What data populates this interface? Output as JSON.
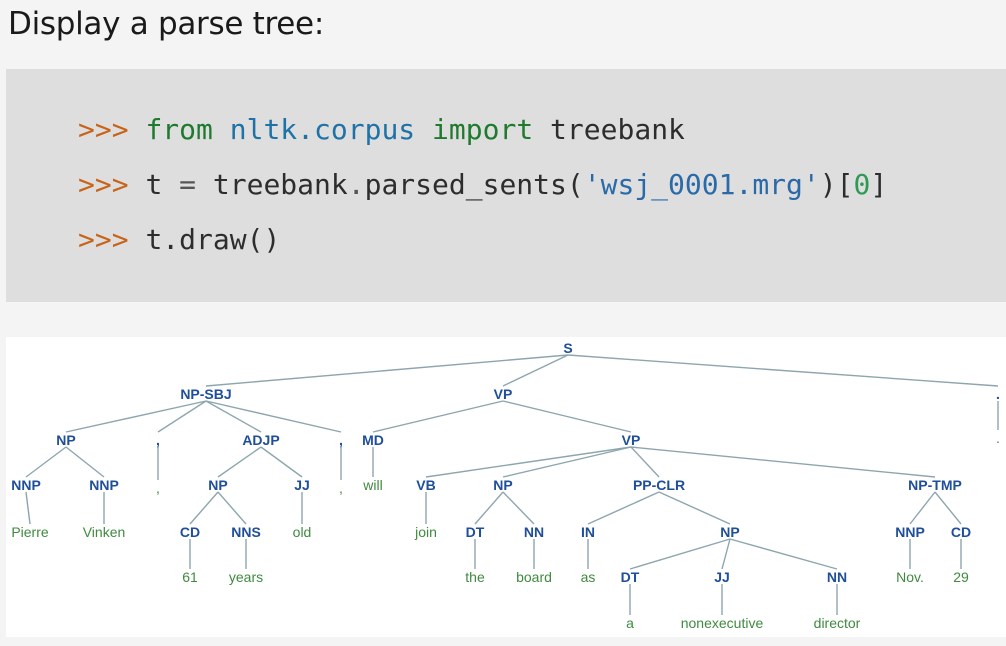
{
  "heading": "Display a parse tree:",
  "code": {
    "prompt": ">>>",
    "line1": {
      "kw1": "from",
      "module": "nltk.corpus",
      "kw2": "import",
      "name": "treebank"
    },
    "line2": {
      "var": "t",
      "op": "=",
      "obj": "treebank",
      "dot": ".",
      "method": "parsed_sents",
      "lparen": "(",
      "arg": "'wsj_0001.mrg'",
      "rparen": ")",
      "lbr": "[",
      "index": "0",
      "rbr": "]"
    },
    "line3": {
      "call": "t.draw()"
    }
  },
  "tree": {
    "nodes": [
      {
        "id": "S",
        "label": "S",
        "type": "node"
      },
      {
        "id": "NP-SBJ",
        "label": "NP-SBJ",
        "type": "node",
        "parent": "S"
      },
      {
        "id": "VP1",
        "label": "VP",
        "type": "node",
        "parent": "S"
      },
      {
        "id": "PERIOD",
        "label": ".",
        "type": "node",
        "parent": "S"
      },
      {
        "id": "NP1",
        "label": "NP",
        "type": "node",
        "parent": "NP-SBJ"
      },
      {
        "id": "COMMA1",
        "label": ",",
        "type": "node",
        "parent": "NP-SBJ"
      },
      {
        "id": "ADJP",
        "label": "ADJP",
        "type": "node",
        "parent": "NP-SBJ"
      },
      {
        "id": "COMMA2",
        "label": ",",
        "type": "node",
        "parent": "NP-SBJ"
      },
      {
        "id": "MD",
        "label": "MD",
        "type": "node",
        "parent": "VP1"
      },
      {
        "id": "VP2",
        "label": "VP",
        "type": "node",
        "parent": "VP1"
      },
      {
        "id": "NNP1",
        "label": "NNP",
        "type": "node",
        "parent": "NP1"
      },
      {
        "id": "NNP2",
        "label": "NNP",
        "type": "node",
        "parent": "NP1"
      },
      {
        "id": "NP2",
        "label": "NP",
        "type": "node",
        "parent": "ADJP"
      },
      {
        "id": "JJ1",
        "label": "JJ",
        "type": "node",
        "parent": "ADJP"
      },
      {
        "id": "VB",
        "label": "VB",
        "type": "node",
        "parent": "VP2"
      },
      {
        "id": "NP3",
        "label": "NP",
        "type": "node",
        "parent": "VP2"
      },
      {
        "id": "PP-CLR",
        "label": "PP-CLR",
        "type": "node",
        "parent": "VP2"
      },
      {
        "id": "NP-TMP",
        "label": "NP-TMP",
        "type": "node",
        "parent": "VP2"
      },
      {
        "id": "CD1",
        "label": "CD",
        "type": "node",
        "parent": "NP2"
      },
      {
        "id": "NNS",
        "label": "NNS",
        "type": "node",
        "parent": "NP2"
      },
      {
        "id": "DT1",
        "label": "DT",
        "type": "node",
        "parent": "NP3"
      },
      {
        "id": "NN1",
        "label": "NN",
        "type": "node",
        "parent": "NP3"
      },
      {
        "id": "IN",
        "label": "IN",
        "type": "node",
        "parent": "PP-CLR"
      },
      {
        "id": "NP4",
        "label": "NP",
        "type": "node",
        "parent": "PP-CLR"
      },
      {
        "id": "NNP3",
        "label": "NNP",
        "type": "node",
        "parent": "NP-TMP"
      },
      {
        "id": "CD2",
        "label": "CD",
        "type": "node",
        "parent": "NP-TMP"
      },
      {
        "id": "DT2",
        "label": "DT",
        "type": "node",
        "parent": "NP4"
      },
      {
        "id": "JJ2",
        "label": "JJ",
        "type": "node",
        "parent": "NP4"
      },
      {
        "id": "NN2",
        "label": "NN",
        "type": "node",
        "parent": "NP4"
      },
      {
        "id": "w-pierre",
        "label": "Pierre",
        "type": "leaf",
        "parent": "NNP1"
      },
      {
        "id": "w-vinken",
        "label": "Vinken",
        "type": "leaf",
        "parent": "NNP2"
      },
      {
        "id": "w-comma1",
        "label": ",",
        "type": "leaf",
        "parent": "COMMA1"
      },
      {
        "id": "w-61",
        "label": "61",
        "type": "leaf",
        "parent": "CD1"
      },
      {
        "id": "w-years",
        "label": "years",
        "type": "leaf",
        "parent": "NNS"
      },
      {
        "id": "w-old",
        "label": "old",
        "type": "leaf",
        "parent": "JJ1"
      },
      {
        "id": "w-comma2",
        "label": ",",
        "type": "leaf",
        "parent": "COMMA2"
      },
      {
        "id": "w-will",
        "label": "will",
        "type": "leaf",
        "parent": "MD"
      },
      {
        "id": "w-join",
        "label": "join",
        "type": "leaf",
        "parent": "VB"
      },
      {
        "id": "w-the",
        "label": "the",
        "type": "leaf",
        "parent": "DT1"
      },
      {
        "id": "w-board",
        "label": "board",
        "type": "leaf",
        "parent": "NN1"
      },
      {
        "id": "w-as",
        "label": "as",
        "type": "leaf",
        "parent": "IN"
      },
      {
        "id": "w-a",
        "label": "a",
        "type": "leaf",
        "parent": "DT2"
      },
      {
        "id": "w-nonexecutive",
        "label": "nonexecutive",
        "type": "leaf",
        "parent": "JJ2"
      },
      {
        "id": "w-director",
        "label": "director",
        "type": "leaf",
        "parent": "NN2"
      },
      {
        "id": "w-nov",
        "label": "Nov.",
        "type": "leaf",
        "parent": "NNP3"
      },
      {
        "id": "w-29",
        "label": "29",
        "type": "leaf",
        "parent": "CD2"
      },
      {
        "id": "w-period",
        "label": ".",
        "type": "leaf",
        "parent": "PERIOD"
      }
    ]
  }
}
